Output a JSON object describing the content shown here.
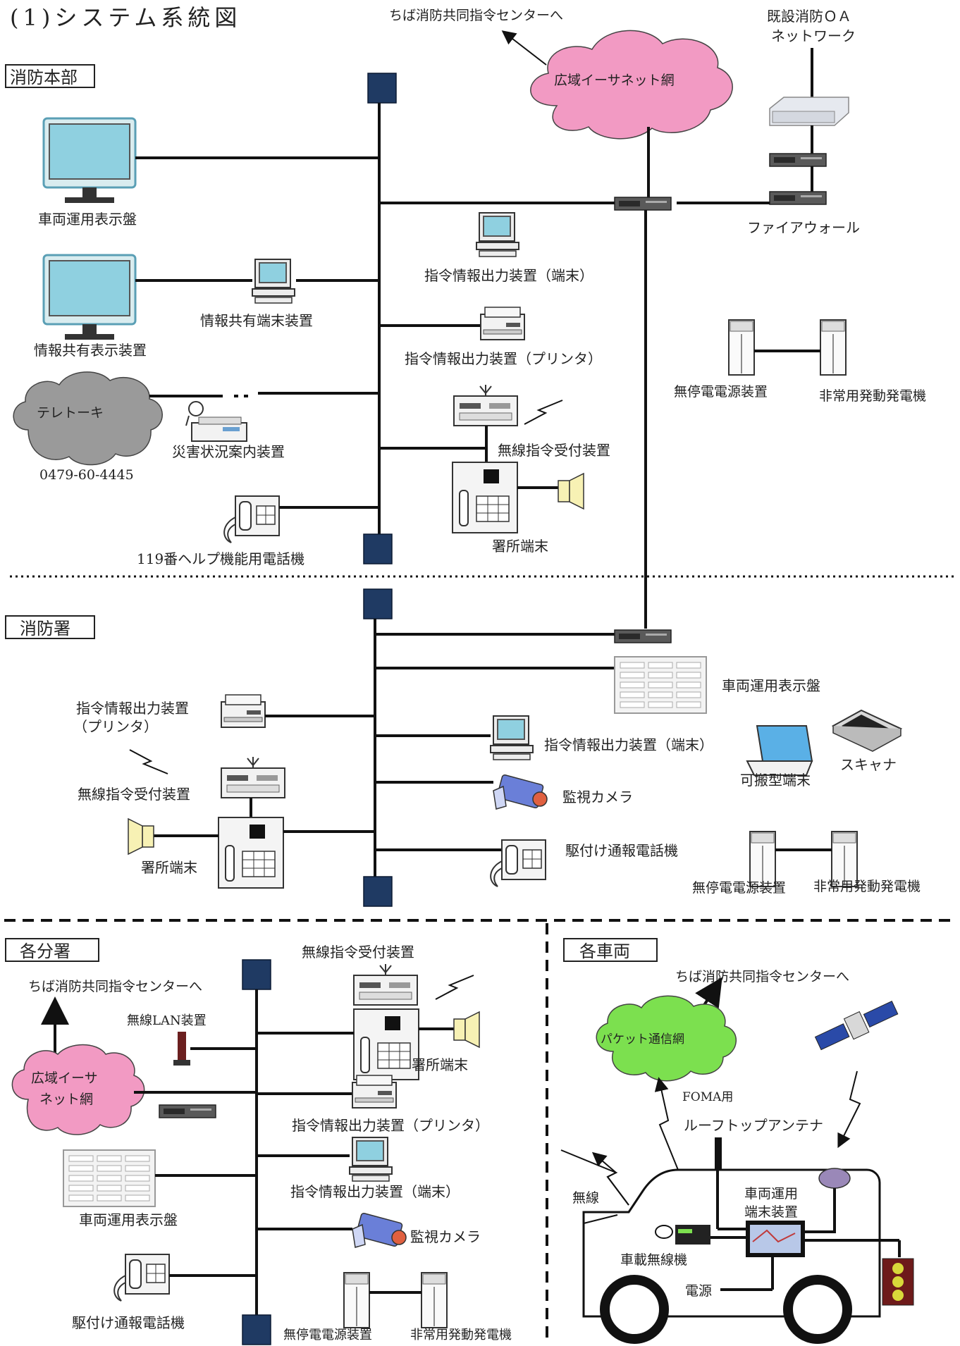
{
  "title": "(1)システム系統図",
  "sections": {
    "hq": "消防本部",
    "station": "消防署",
    "branch": "各分署",
    "vehicle": "各車両"
  },
  "hq": {
    "to_center": "ちば消防共同指令センターへ",
    "wan": "広域イーサネット網",
    "oa_network_l1": "既設消防ＯＡ",
    "oa_network_l2": "ネットワーク",
    "firewall": "ファイアウォール",
    "vehicle_display": "車両運用表示盤",
    "info_share_display": "情報共有表示装置",
    "info_share_terminal": "情報共有端末装置",
    "order_terminal": "指令情報出力装置（端末）",
    "order_printer": "指令情報出力装置（プリンタ）",
    "ups": "無停電電源装置",
    "generator": "非常用発動発電機",
    "teletalk": "テレトーキ",
    "phone_number": "0479-60-4445",
    "disaster_guide": "災害状況案内装置",
    "radio_receiver": "無線指令受付装置",
    "station_terminal": "署所端末",
    "help_phone": "119番ヘルプ機能用電話機"
  },
  "station": {
    "vehicle_display": "車両運用表示盤",
    "order_printer_l1": "指令情報出力装置",
    "order_printer_l2": "（プリンタ）",
    "order_terminal": "指令情報出力装置（端末）",
    "portable": "可搬型端末",
    "scanner": "スキャナ",
    "radio_receiver": "無線指令受付装置",
    "camera": "監視カメラ",
    "station_terminal": "署所端末",
    "rush_phone": "駆付け通報電話機",
    "ups": "無停電電源装置",
    "generator": "非常用発動発電機"
  },
  "branch": {
    "to_center": "ちば消防共同指令センターへ",
    "wireless_lan": "無線LAN装置",
    "wan_l1": "広域イーサ",
    "wan_l2": "ネット網",
    "radio_receiver": "無線指令受付装置",
    "station_terminal": "署所端末",
    "order_printer": "指令情報出力装置（プリンタ）",
    "order_terminal": "指令情報出力装置（端末）",
    "vehicle_display": "車両運用表示盤",
    "camera": "監視カメラ",
    "rush_phone": "駆付け通報電話機",
    "ups": "無停電電源装置",
    "generator": "非常用発動発電機"
  },
  "vehicle": {
    "to_center": "ちば消防共同指令センターへ",
    "packet": "パケット通信網",
    "foma": "FOMA用",
    "antenna": "ルーフトップアンテナ",
    "wireless": "無線",
    "terminal_l1": "車両運用",
    "terminal_l2": "端末装置",
    "radio": "車載無線機",
    "power": "電源"
  }
}
